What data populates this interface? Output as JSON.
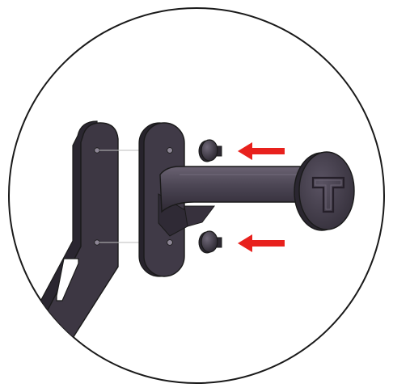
{
  "diagram": {
    "type": "assembly-instruction-illustration",
    "colors": {
      "background": "#ffffff",
      "outline": "#1a1a1a",
      "part_dark": "#3b3541",
      "part_mid": "#4a4452",
      "part_light": "#5d5666",
      "arrow": "#e8211d",
      "guide_line": "#bdbdbd"
    },
    "icons": [
      "bracket-plate-icon",
      "mount-plate-icon",
      "bolt-icon",
      "arrow-icon",
      "end-cap-logo-icon"
    ],
    "parts": [
      "frame-bracket",
      "mounting-plate",
      "horizontal-peg",
      "end-cap",
      "bolt-top",
      "bolt-bottom"
    ],
    "arrows": [
      "arrow-top",
      "arrow-bottom"
    ]
  }
}
